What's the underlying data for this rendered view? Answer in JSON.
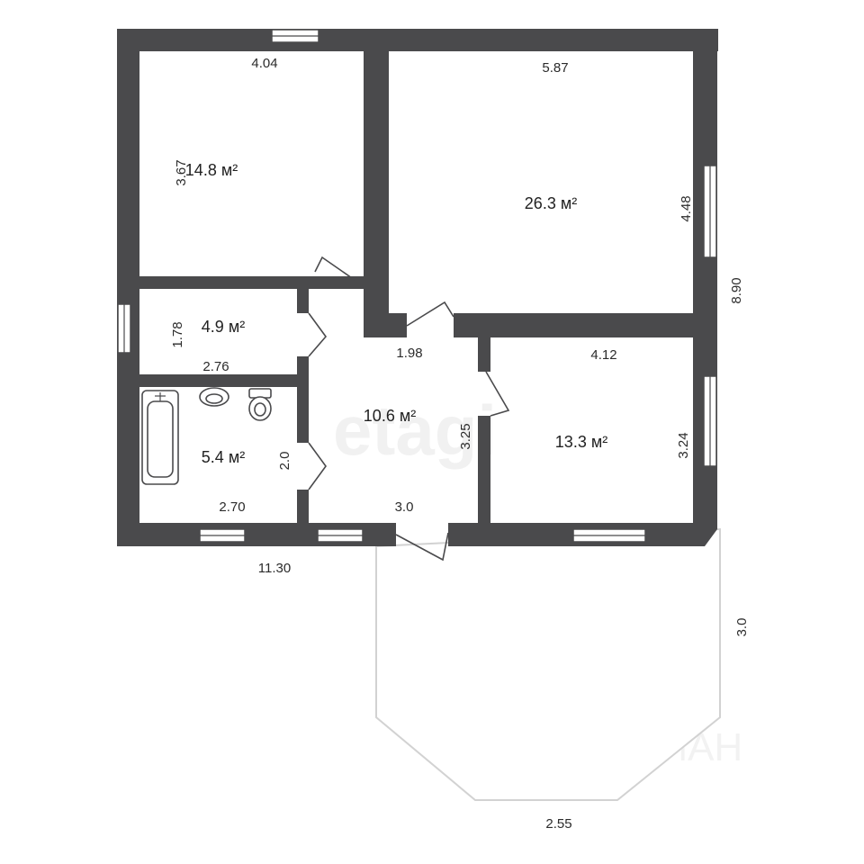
{
  "rooms": [
    {
      "id": "room-a",
      "area": "14.8 м²",
      "dims": [
        "4.04",
        "3.67"
      ]
    },
    {
      "id": "room-b",
      "area": "26.3 м²",
      "dims": [
        "5.87",
        "4.48"
      ]
    },
    {
      "id": "room-c",
      "area": "4.9 м²",
      "dims": [
        "1.78",
        "2.76"
      ]
    },
    {
      "id": "room-d",
      "area": "5.4 м²",
      "dims": [
        "2.0",
        "2.70"
      ]
    },
    {
      "id": "room-e",
      "area": "10.6 м²",
      "dims": [
        "1.98",
        "3.25",
        "3.0"
      ]
    },
    {
      "id": "room-f",
      "area": "13.3 м²",
      "dims": [
        "4.12",
        "3.24"
      ]
    }
  ],
  "overall": {
    "width": "11.30",
    "depth": "8.90"
  },
  "terrace": {
    "depth": "3.0",
    "width": "2.55"
  },
  "watermarks": {
    "primary": "etagi",
    "secondary": "ЦИАН"
  },
  "colors": {
    "wall": "#4a4a4c",
    "terrace": "#d2d2d2"
  }
}
